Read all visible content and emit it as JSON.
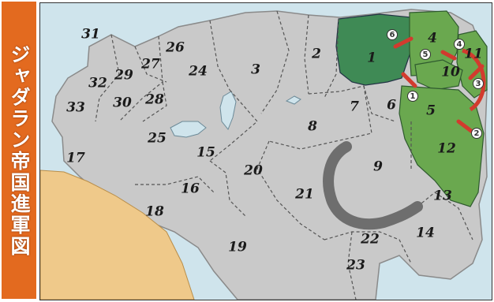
{
  "title": "ジャダラン帝国進軍図",
  "colors": {
    "sidebar": "#e36a1f",
    "sea": "#cfe4ec",
    "land": "#c9c9c9",
    "conquered_dark": "#3f8a55",
    "conquered_light": "#6aa84f",
    "desert": "#efc98a",
    "mountains": "#6e6e6e",
    "arrow": "#d23b2e"
  },
  "regions": [
    {
      "id": "1",
      "label": "1",
      "status": "conquered-dark"
    },
    {
      "id": "2",
      "label": "2",
      "status": "land"
    },
    {
      "id": "3",
      "label": "3",
      "status": "land"
    },
    {
      "id": "4",
      "label": "4",
      "status": "conquered"
    },
    {
      "id": "5",
      "label": "5",
      "status": "conquered"
    },
    {
      "id": "6",
      "label": "6",
      "status": "land"
    },
    {
      "id": "7",
      "label": "7",
      "status": "land"
    },
    {
      "id": "8",
      "label": "8",
      "status": "land"
    },
    {
      "id": "9",
      "label": "9",
      "status": "land"
    },
    {
      "id": "10",
      "label": "10",
      "status": "conquered"
    },
    {
      "id": "11",
      "label": "11",
      "status": "conquered"
    },
    {
      "id": "12",
      "label": "12",
      "status": "conquered"
    },
    {
      "id": "13",
      "label": "13",
      "status": "land"
    },
    {
      "id": "14",
      "label": "14",
      "status": "land"
    },
    {
      "id": "15",
      "label": "15",
      "status": "land"
    },
    {
      "id": "16",
      "label": "16",
      "status": "land"
    },
    {
      "id": "17",
      "label": "17",
      "status": "land"
    },
    {
      "id": "18",
      "label": "18",
      "status": "land"
    },
    {
      "id": "19",
      "label": "19",
      "status": "land"
    },
    {
      "id": "20",
      "label": "20",
      "status": "land"
    },
    {
      "id": "21",
      "label": "21",
      "status": "land"
    },
    {
      "id": "22",
      "label": "22",
      "status": "land"
    },
    {
      "id": "23",
      "label": "23",
      "status": "land"
    },
    {
      "id": "24",
      "label": "24",
      "status": "land"
    },
    {
      "id": "25",
      "label": "25",
      "status": "land"
    },
    {
      "id": "26",
      "label": "26",
      "status": "land"
    },
    {
      "id": "27",
      "label": "27",
      "status": "land"
    },
    {
      "id": "28",
      "label": "28",
      "status": "land"
    },
    {
      "id": "29",
      "label": "29",
      "status": "land"
    },
    {
      "id": "30",
      "label": "30",
      "status": "land"
    },
    {
      "id": "31",
      "label": "31",
      "status": "land"
    },
    {
      "id": "32",
      "label": "32",
      "status": "land"
    },
    {
      "id": "33",
      "label": "33",
      "status": "land"
    }
  ],
  "campaign_markers": [
    "1",
    "2",
    "3",
    "4",
    "5",
    "6"
  ]
}
